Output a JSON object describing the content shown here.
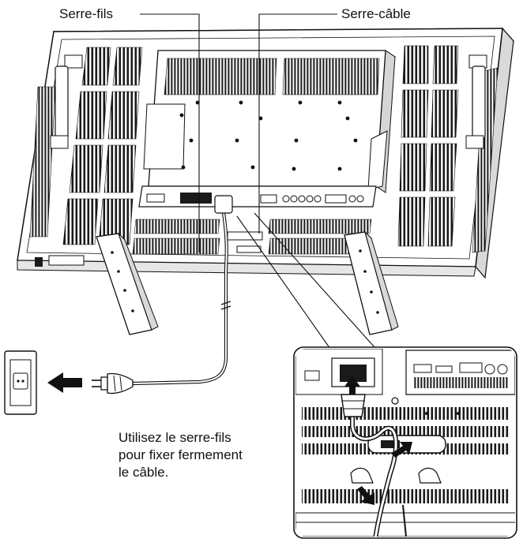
{
  "labels": {
    "cord_clamp": "Serre-fils",
    "cable_clamp": "Serre-câble"
  },
  "instruction": {
    "line1": "Utilisez le serre-fils",
    "line2": "pour fixer fermement",
    "line3": "le câble."
  },
  "colors": {
    "ink": "#111111",
    "panel": "#ffffff",
    "vent": "#1a1a1a",
    "shade": "#d9d9d9"
  },
  "icons": [
    "wall-outlet-icon",
    "arrow-left-icon",
    "power-plug-icon",
    "arrow-up-icon",
    "arrow-diagonal-icon"
  ]
}
